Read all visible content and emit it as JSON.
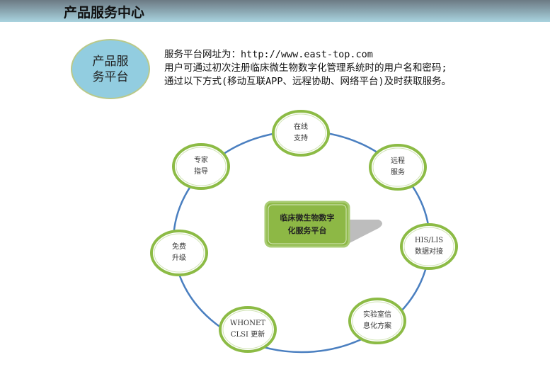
{
  "header": {
    "title": "产品服务中心"
  },
  "badge": {
    "line1": "产品服",
    "line2": "务平台"
  },
  "info": {
    "line1": "服务平台网址为：http://www.east-top.com",
    "line2": "用户可通过初次注册临床微生物数字化管理系统时的用户名和密码;",
    "line3": "通过以下方式(移动互联APP、远程协助、网络平台)及时获取服务。"
  },
  "diagram": {
    "center": {
      "line1": "临床微生物数字",
      "line2": "化服务平台"
    },
    "nodes": [
      {
        "line1": "在线",
        "line2": "支持"
      },
      {
        "line1": "远程",
        "line2": "服务"
      },
      {
        "line1": "HIS/LIS",
        "line2": "数据对接"
      },
      {
        "line1": "实验室信",
        "line2": "息化方案"
      },
      {
        "line1": "WHONET",
        "line2": "CLSI 更新"
      },
      {
        "line1": "免费",
        "line2": "升级"
      },
      {
        "line1": "专家",
        "line2": "指导"
      }
    ],
    "colors": {
      "ring": "#4a7fc0",
      "node_border": "#8cbb45",
      "center_fill": "#8db845"
    }
  }
}
